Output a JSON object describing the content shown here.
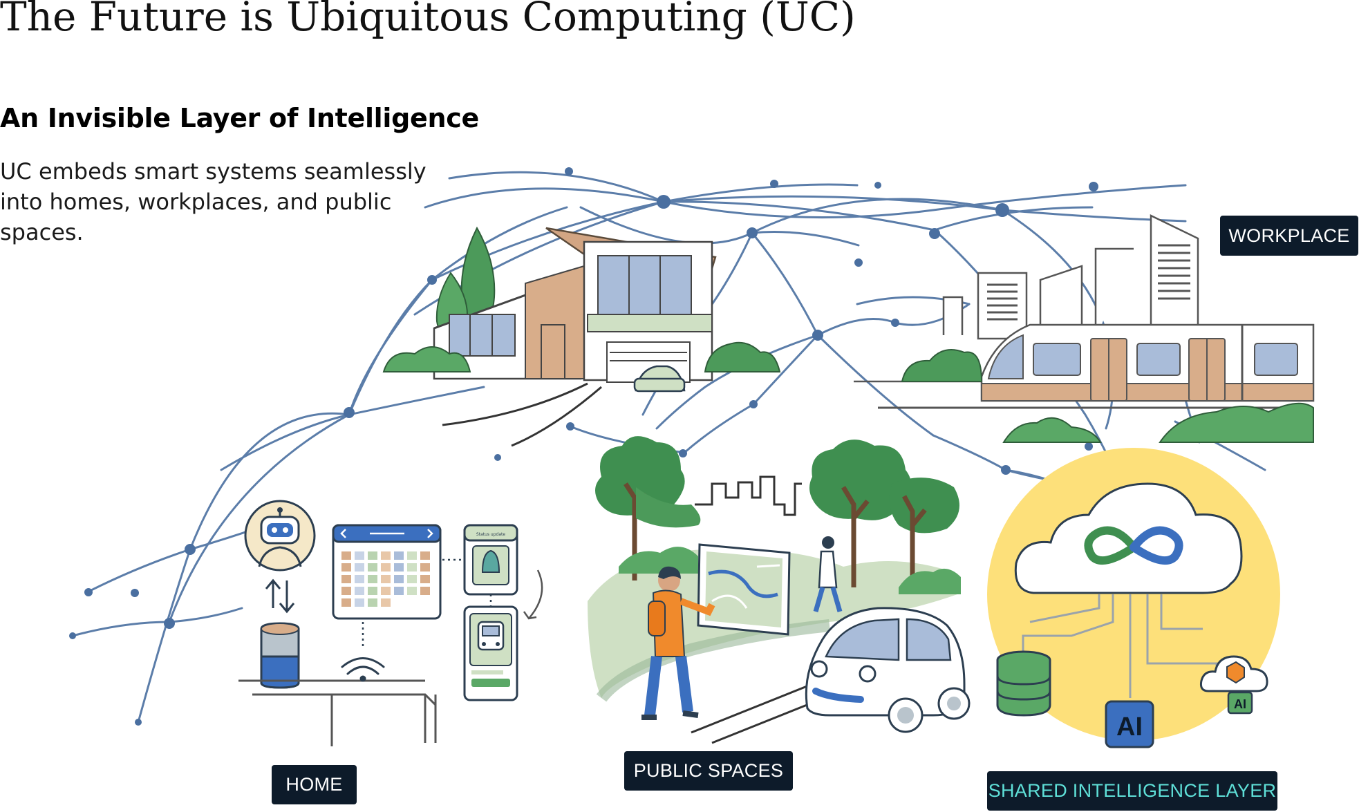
{
  "page": {
    "title": "The Future is Ubiquitous Computing (UC)",
    "heading": "An Invisible Layer of Intelligence",
    "intro": "UC embeds smart systems seamlessly into homes, workplaces, and public spaces."
  },
  "labels": {
    "workplace": "WORKPLACE",
    "home": "HOME",
    "public_spaces": "PUBLIC SPACES",
    "shared_layer": "SHARED INTELLIGENCE LAYER"
  },
  "illustration": {
    "phone_screen_caption": "Status update",
    "ai_chip": "AI",
    "ai_mini_badge": "AI"
  },
  "colors": {
    "network": "#4a6fa0",
    "tag_background": "#0d1b2a",
    "tag_text": "#ffffff",
    "accent_text": "#5fe0d8",
    "halo": "#fde07a",
    "tree_green": "#3f8f50",
    "wood": "#c9a27e",
    "car_blue": "#3b6fbf"
  },
  "icons": [
    "robot-assistant-icon",
    "calendar-icon",
    "smart-speaker-icon",
    "wifi-icon",
    "phone-icon",
    "bus-icon",
    "cloud-icon",
    "infinity-icon",
    "database-icon",
    "ai-chip-icon"
  ]
}
